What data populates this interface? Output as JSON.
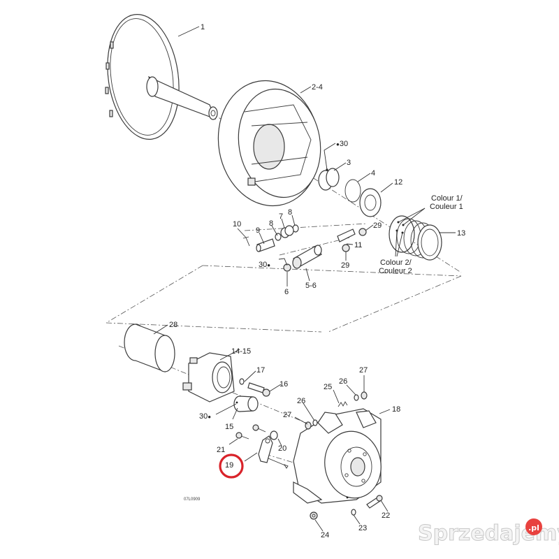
{
  "diagram": {
    "title": "Drive pulley exploded parts diagram",
    "drawing_code": "07L0909",
    "callouts": [
      {
        "id": "c1",
        "text": "1"
      },
      {
        "id": "c2-4",
        "text": "2-4"
      },
      {
        "id": "c30a",
        "text": "30",
        "icon": "oil-drop-icon"
      },
      {
        "id": "c3",
        "text": "3"
      },
      {
        "id": "c4",
        "text": "4"
      },
      {
        "id": "c12",
        "text": "12"
      },
      {
        "id": "c-colour1",
        "text": "Colour 1/",
        "text2": "Couleur 1"
      },
      {
        "id": "c13",
        "text": "13"
      },
      {
        "id": "c-colour2",
        "text": "Colour 2/",
        "text2": "Couleur 2"
      },
      {
        "id": "c10",
        "text": "10"
      },
      {
        "id": "c9",
        "text": "9"
      },
      {
        "id": "c8a",
        "text": "8"
      },
      {
        "id": "c7",
        "text": "7"
      },
      {
        "id": "c8b",
        "text": "8"
      },
      {
        "id": "c29a",
        "text": "29"
      },
      {
        "id": "c11",
        "text": "11"
      },
      {
        "id": "c29b",
        "text": "29"
      },
      {
        "id": "c30b",
        "text": "30",
        "icon": "oil-drop-icon"
      },
      {
        "id": "c5-6",
        "text": "5-6"
      },
      {
        "id": "c6",
        "text": "6"
      },
      {
        "id": "c28",
        "text": "28"
      },
      {
        "id": "c14-15",
        "text": "14-15"
      },
      {
        "id": "c17",
        "text": "17"
      },
      {
        "id": "c16",
        "text": "16"
      },
      {
        "id": "c27a",
        "text": "27"
      },
      {
        "id": "c26a",
        "text": "26"
      },
      {
        "id": "c25",
        "text": "25"
      },
      {
        "id": "c26b",
        "text": "26"
      },
      {
        "id": "c27b",
        "text": "27"
      },
      {
        "id": "c18",
        "text": "18"
      },
      {
        "id": "c30c",
        "text": "30",
        "icon": "oil-drop-icon"
      },
      {
        "id": "c15",
        "text": "15"
      },
      {
        "id": "c21",
        "text": "21"
      },
      {
        "id": "c20",
        "text": "20"
      },
      {
        "id": "c19",
        "text": "19",
        "highlighted": true
      },
      {
        "id": "c22",
        "text": "22"
      },
      {
        "id": "c23",
        "text": "23"
      },
      {
        "id": "c24",
        "text": "24"
      }
    ],
    "highlight_color": "#d9232a"
  },
  "watermark": {
    "text": "Sprzedajemy",
    "badge": ".pl",
    "badge_color": "#e8423f"
  }
}
